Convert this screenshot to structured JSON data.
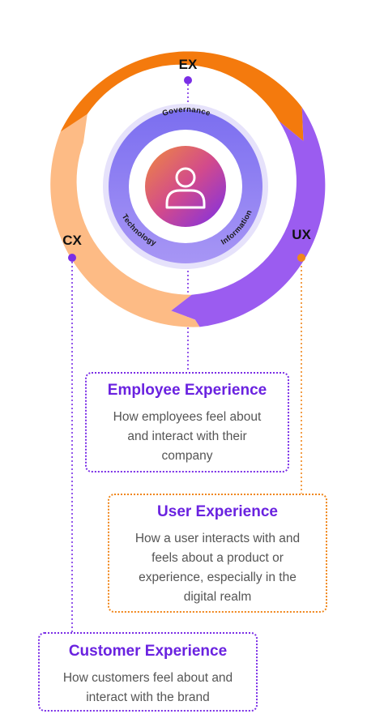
{
  "nodes": {
    "ex": {
      "label": "EX"
    },
    "ux": {
      "label": "UX"
    },
    "cx": {
      "label": "CX"
    }
  },
  "inner_ring": {
    "top": "Governance",
    "left": "Technology",
    "right": "Information"
  },
  "center_icon": "user-icon",
  "cards": {
    "ex": {
      "title": "Employee Experience",
      "lines": [
        "How employees feel about",
        "and interact with their",
        "company"
      ]
    },
    "ux": {
      "title": "User Experience",
      "lines": [
        "How a user interacts with and",
        "feels about a product or",
        "experience, especially in the",
        "digital realm"
      ]
    },
    "cx": {
      "title": "Customer Experience",
      "lines": [
        "How customers feel about and",
        "interact with the brand"
      ]
    }
  },
  "colors": {
    "ex_orange": "#f47a0d",
    "ux_purple": "#9b5cf0",
    "cx_peach": "#fdbb85",
    "title_purple": "#6a22e0",
    "dotted_purple": "#7a2ee6",
    "dotted_orange": "#f0861a"
  }
}
